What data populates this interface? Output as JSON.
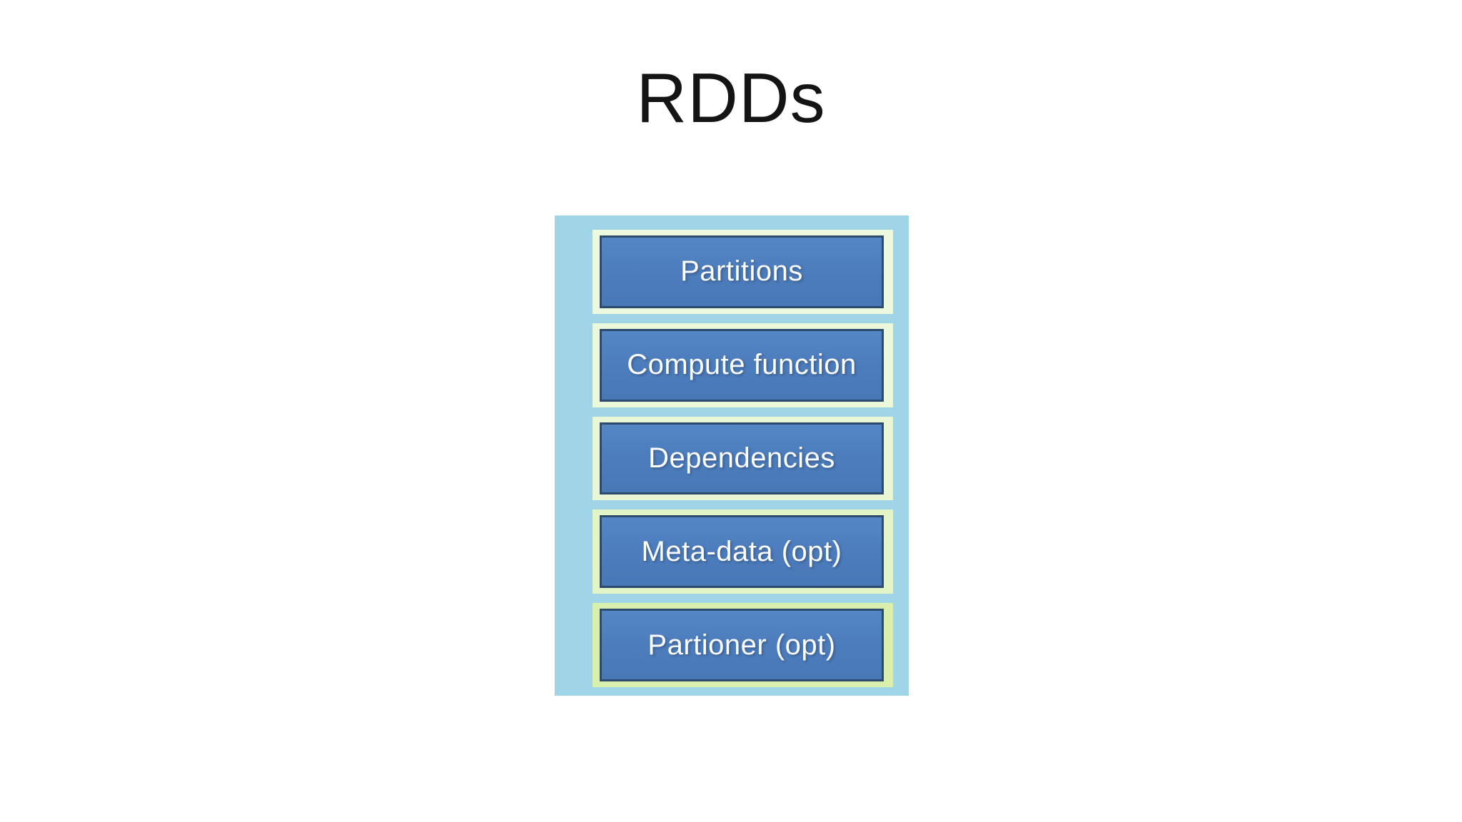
{
  "slide": {
    "title": "RDDs"
  },
  "colors": {
    "background": "#ffffff",
    "container_fill": "#9fd5e7",
    "box_fill": "#4d7dbd",
    "box_border": "#2d4b6d",
    "box_text": "#fdfdfe",
    "title_text": "#141414"
  },
  "diagram": {
    "name": "rdd-components",
    "items": [
      {
        "label": "Partitions",
        "frame_color": "#edf9de"
      },
      {
        "label": "Compute function",
        "frame_color": "#ecf8da"
      },
      {
        "label": "Dependencies",
        "frame_color": "#eaf7d6"
      },
      {
        "label": "Meta-data (opt)",
        "frame_color": "#e3f4c6"
      },
      {
        "label": "Partioner (opt)",
        "frame_color": "#d8f0ab"
      }
    ]
  }
}
